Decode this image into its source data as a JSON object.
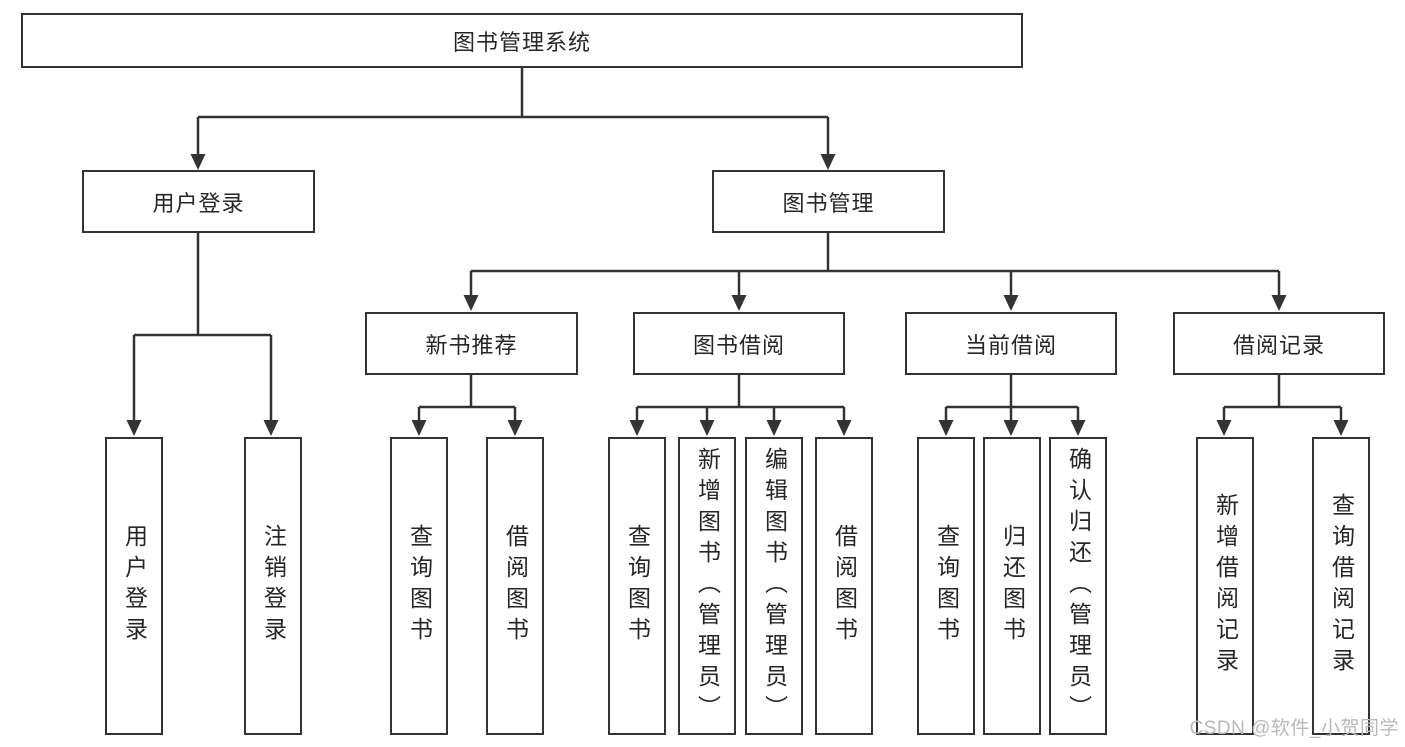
{
  "diagram": {
    "title": "图书管理系统",
    "level2": {
      "user_login": "用户登录",
      "book_mgmt": "图书管理"
    },
    "level3": {
      "new_books": "新书推荐",
      "borrow": "图书借阅",
      "current": "当前借阅",
      "records": "借阅记录"
    },
    "leaves": {
      "user_login": [
        "用户登录",
        "注销登录"
      ],
      "new_books": [
        "查询图书",
        "借阅图书"
      ],
      "borrow": [
        "查询图书",
        "新增图书（管理员）",
        "编辑图书（管理员）",
        "借阅图书"
      ],
      "current": [
        "查询图书",
        "归还图书",
        "确认归还（管理员）"
      ],
      "records": [
        "新增借阅记录",
        "查询借阅记录"
      ]
    }
  },
  "watermark": {
    "text": "CSDN @软件_小贺同学"
  },
  "colors": {
    "line": "#333333",
    "text": "#262626",
    "watermark": "#b9b9b9",
    "background": "#ffffff"
  }
}
